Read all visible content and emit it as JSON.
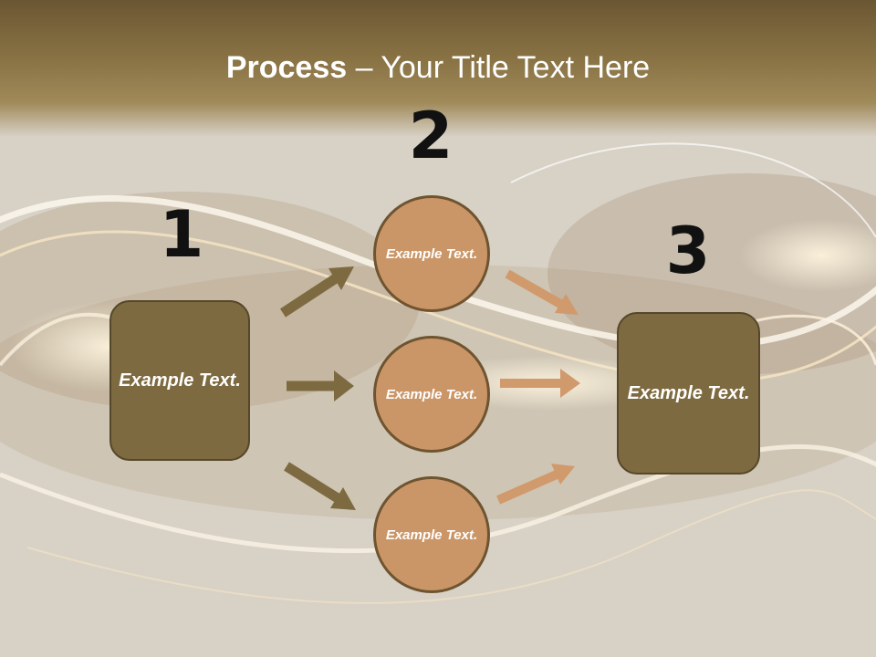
{
  "title": {
    "bold": "Process",
    "rest": " – Your Title Text Here"
  },
  "steps": [
    {
      "number": "1",
      "box_text": "Example Text."
    },
    {
      "number": "2",
      "circles": [
        "Example Text.",
        "Example Text.",
        "Example Text."
      ]
    },
    {
      "number": "3",
      "box_text": "Example Text."
    }
  ],
  "colors": {
    "title_band": "#7a6640",
    "box_fill": "#7d6a40",
    "circle_fill": "#cb9667",
    "dark_arrow": "#7d6a40",
    "light_arrow": "#d09a6c",
    "number_text": "#111111",
    "label_text": "#ffffff"
  }
}
